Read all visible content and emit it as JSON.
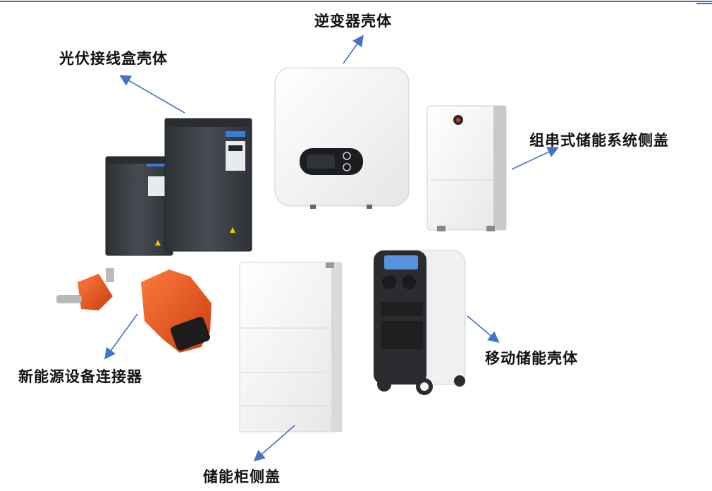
{
  "labels": {
    "inverter_housing": "逆变器壳体",
    "pv_junction_box_housing": "光伏接线盒壳体",
    "string_storage_side_cover": "组串式储能系统侧盖",
    "ev_connector": "新能源设备连接器",
    "portable_storage_housing": "移动储能壳体",
    "storage_cabinet_side_cover": "储能柜侧盖"
  },
  "colors": {
    "arrow": "#4472c4",
    "connector_orange": "#e8541c",
    "drive_dark": "#3c4046",
    "housing_white": "#f3f3f3",
    "portable_dark": "#2a2c2f",
    "top_rule": "#3a6ea5"
  },
  "icons": [
    "arrow-icon",
    "inverter-icon",
    "variable-frequency-drive-icon",
    "battery-module-icon",
    "connector-icon",
    "portable-power-station-icon"
  ]
}
